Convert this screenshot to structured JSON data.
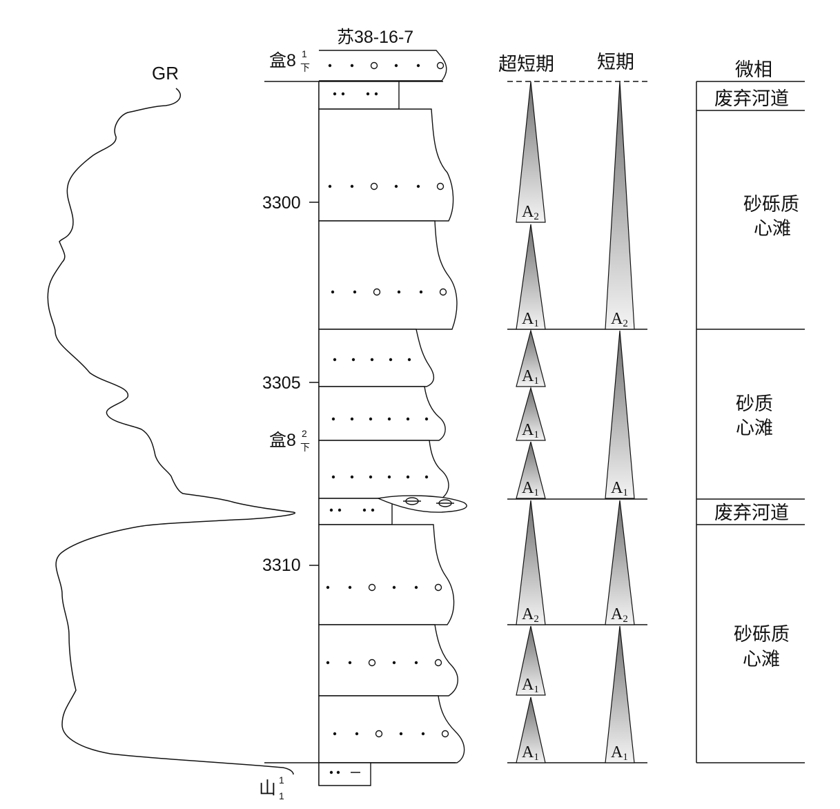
{
  "well_name": "苏38-16-7",
  "gr_label": "GR",
  "columns": {
    "ultra_short": "超短期",
    "short": "短期",
    "microfacies": "微相"
  },
  "depths": [
    "3300",
    "3305",
    "3310"
  ],
  "formations": {
    "top": {
      "base": "盒8",
      "sup": "1",
      "sub": "下"
    },
    "middle": {
      "base": "盒8",
      "sup": "2",
      "sub": "下"
    },
    "bottom": {
      "base": "山",
      "sup": "1",
      "sub": "1"
    }
  },
  "cycles": {
    "ultra_short": [
      {
        "letter": "A",
        "index": "2"
      },
      {
        "letter": "A",
        "index": "1"
      },
      {
        "letter": "A",
        "index": "1"
      },
      {
        "letter": "A",
        "index": "1"
      },
      {
        "letter": "A",
        "index": "1"
      },
      {
        "letter": "A",
        "index": "2"
      },
      {
        "letter": "A",
        "index": "1"
      },
      {
        "letter": "A",
        "index": "1"
      }
    ],
    "short": [
      {
        "letter": "A",
        "index": "2"
      },
      {
        "letter": "A",
        "index": "1"
      },
      {
        "letter": "A",
        "index": "2"
      },
      {
        "letter": "A",
        "index": "1"
      }
    ]
  },
  "microfacies": [
    {
      "lines": [
        "废弃河道"
      ]
    },
    {
      "lines": [
        "砂砾质",
        "心滩"
      ]
    },
    {
      "lines": [
        "砂质",
        "心滩"
      ]
    },
    {
      "lines": [
        "废弃河道"
      ]
    },
    {
      "lines": [
        "砂砾质",
        "心滩"
      ]
    }
  ]
}
